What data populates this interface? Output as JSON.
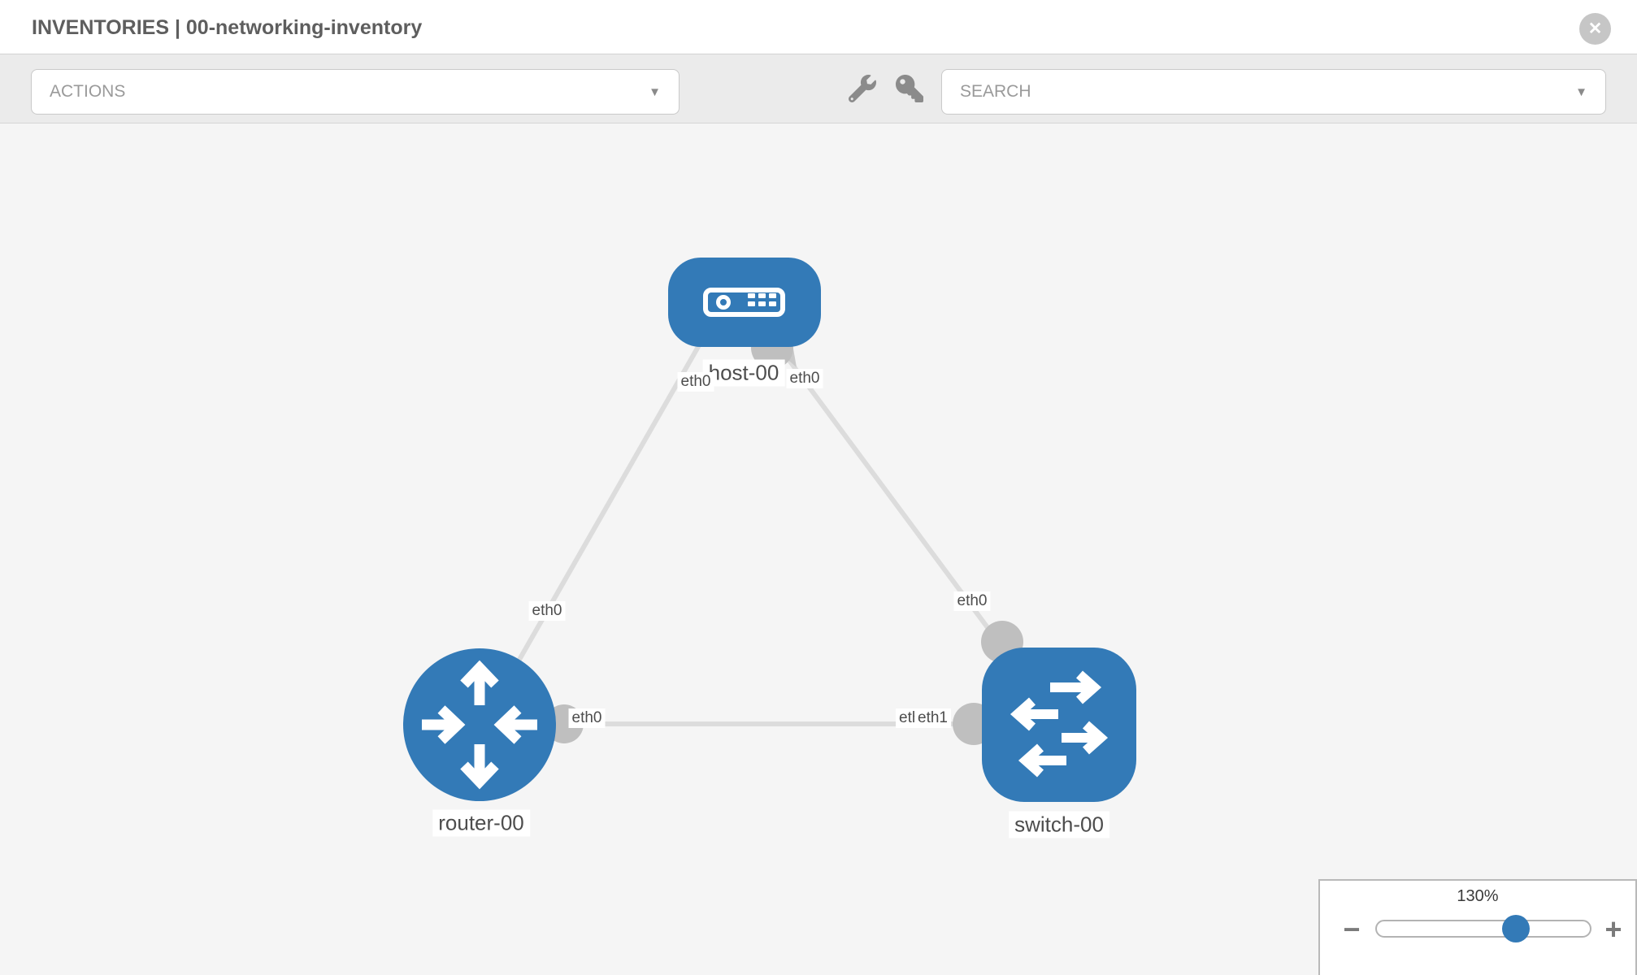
{
  "header": {
    "title": "INVENTORIES | 00-networking-inventory"
  },
  "toolbar": {
    "actions": {
      "label": "ACTIONS"
    },
    "search": {
      "placeholder": "SEARCH"
    }
  },
  "icons": {
    "close": "✕",
    "dropdown_caret": "▼",
    "wrench": "wrench-icon",
    "key": "key-icon",
    "zoom_minus": "−",
    "zoom_plus": "+"
  },
  "topology": {
    "nodes": [
      {
        "label": "host-00",
        "type": "host"
      },
      {
        "label": "router-00",
        "type": "router"
      },
      {
        "label": "switch-00",
        "type": "switch"
      }
    ],
    "links": [
      {
        "from": "host-00",
        "to": "router-00",
        "from_interface": "eth0",
        "to_interface": "eth0"
      },
      {
        "from": "host-00",
        "to": "switch-00",
        "from_interface": "eth0",
        "to_interface": "eth0"
      },
      {
        "from": "router-00",
        "to": "switch-00",
        "from_interface": "eth0",
        "to_interface": "eth1"
      }
    ],
    "iface_labels": {
      "host_left": "eth0",
      "host_right": "eth0",
      "link_a_mid": "eth0",
      "link_b_mid": "eth0",
      "router_port": "eth0",
      "switch_port_under": "eth0",
      "switch_port_over": "eth1"
    }
  },
  "zoom_control": {
    "level": "130%"
  },
  "colors": {
    "node_blue": "#337ab7",
    "port_gray": "#bfbfbf",
    "link_gray": "#dcdcdc",
    "canvas_bg": "#f5f5f5",
    "toolbar_bg": "#ebebeb"
  }
}
